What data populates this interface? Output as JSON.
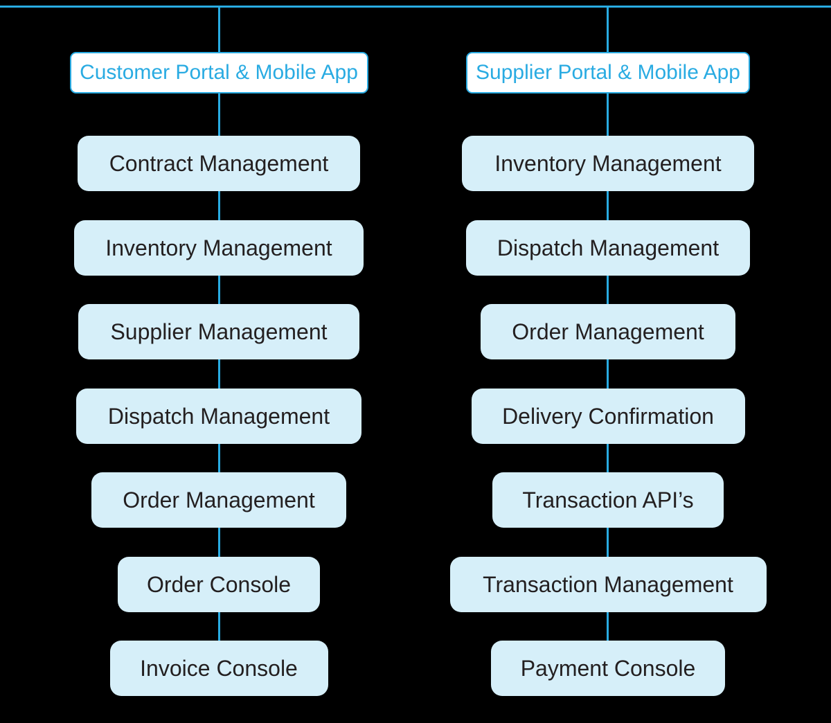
{
  "colors": {
    "accent": "#29ABE2",
    "node_fill": "#D6EFF9",
    "node_text": "#231F20",
    "header_fill": "#FFFFFF",
    "background": "#000000"
  },
  "columns": [
    {
      "header": "Customer Portal & Mobile App",
      "items": [
        "Contract Management",
        "Inventory Management",
        "Supplier Management",
        "Dispatch Management",
        "Order Management",
        "Order Console",
        "Invoice Console"
      ]
    },
    {
      "header": "Supplier Portal & Mobile App",
      "items": [
        "Inventory Management",
        "Dispatch Management",
        "Order Management",
        "Delivery Confirmation",
        "Transaction API’s",
        "Transaction Management",
        "Payment Console"
      ]
    }
  ]
}
